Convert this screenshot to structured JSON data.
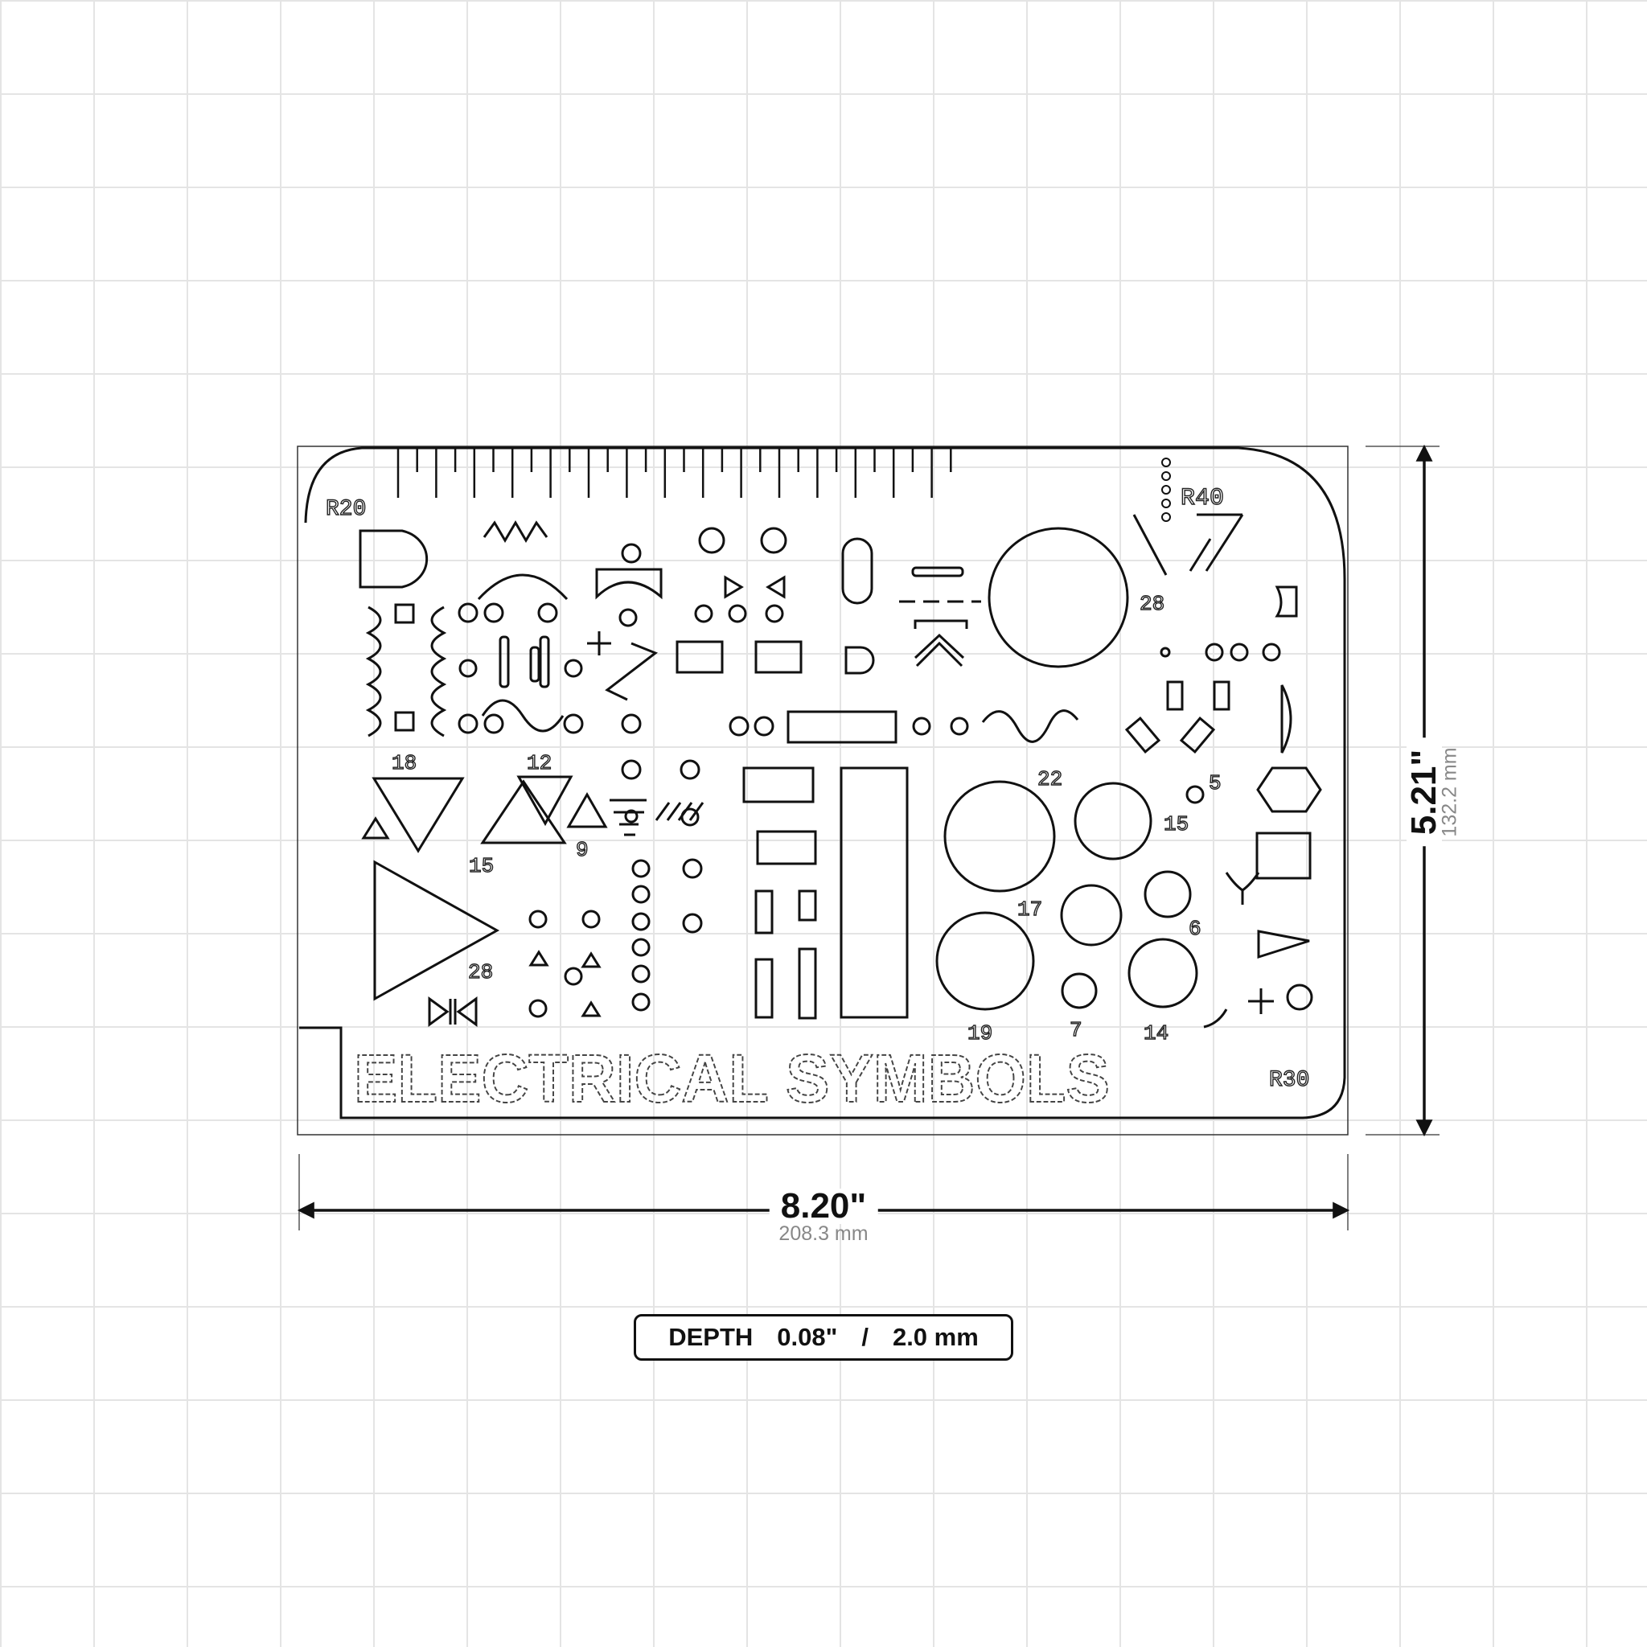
{
  "product": {
    "stencil_text": "ELECTRICAL SYMBOLS",
    "corner_labels": [
      "R20",
      "R40",
      "R30"
    ],
    "hole_numbers": {
      "t18": "18",
      "t12": "12",
      "t15": "15",
      "t9": "9",
      "t28a": "28",
      "t28b": "28",
      "t22": "22",
      "t15b": "15",
      "t6": "6",
      "t17": "17",
      "t19": "19",
      "t7": "7",
      "t14": "14",
      "t5": "5"
    }
  },
  "dimensions": {
    "width": {
      "inches": "8.20\"",
      "mm": "208.3 mm"
    },
    "height": {
      "inches": "5.21\"",
      "mm": "132.2 mm"
    },
    "depth": {
      "label": "DEPTH",
      "inches": "0.08\"",
      "separator": "/",
      "mm": "2.0 mm"
    }
  },
  "colors": {
    "ink": "#111111",
    "grid": "#e4e4e4",
    "secondary_text": "#888888"
  }
}
